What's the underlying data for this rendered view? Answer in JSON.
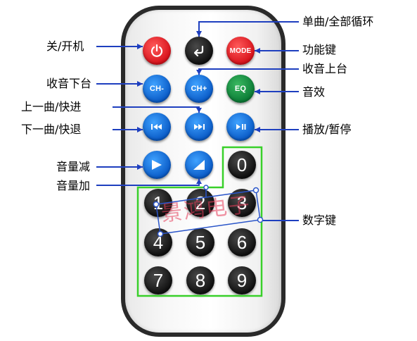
{
  "labels": {
    "single_all_loop": "单曲/全部循环",
    "power": "关/开机",
    "function_key": "功能键",
    "prev_station": "收音下台",
    "next_station": "收音上台",
    "eq": "音效",
    "prev_track": "上一曲/快进",
    "next_track": "下一曲/快退",
    "play_pause": "播放/暂停",
    "vol_down": "音量减",
    "vol_up": "音量加",
    "number_keys": "数字键"
  },
  "buttons": {
    "mode": "MODE",
    "ch_minus": "CH-",
    "ch_plus": "CH+",
    "eq": "EQ",
    "digits": [
      "0",
      "1",
      "2",
      "3",
      "4",
      "5",
      "6",
      "7",
      "8",
      "9"
    ]
  },
  "watermark": "景鸿电子",
  "colors": {
    "power_red": "#d8121b",
    "blue": "#0a5bc7",
    "green": "#0b7c36",
    "black": "#101010",
    "line_blue": "#1e3fbf",
    "outline_green": "#39d02a"
  }
}
